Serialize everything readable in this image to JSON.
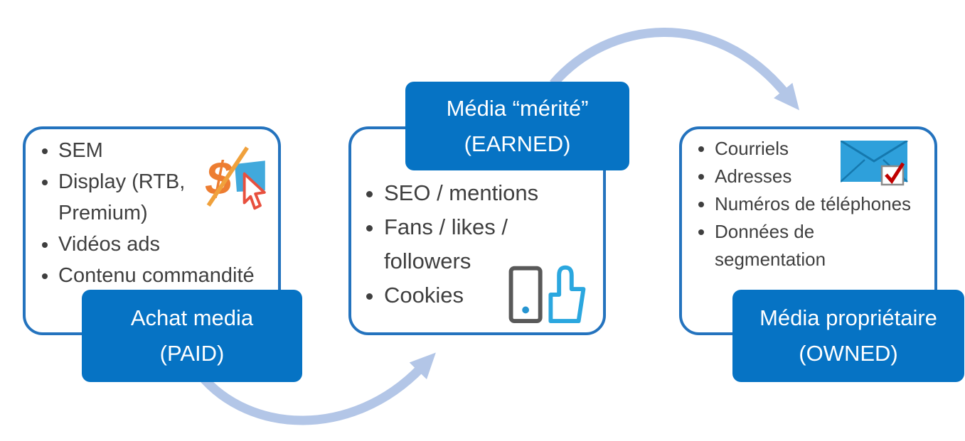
{
  "cards": {
    "paid": {
      "items": [
        "SEM",
        "Display (RTB,\nPremium)",
        "Vidéos ads",
        "Contenu commandité"
      ],
      "icon": "pay-per-click-icon",
      "label": {
        "title": "Achat media",
        "subtitle": "(PAID)"
      }
    },
    "earned": {
      "items": [
        "SEO / mentions",
        "Fans / likes /\nfollowers",
        "Cookies"
      ],
      "icon": "thumb-up-device-icon",
      "label": {
        "title": "Média “mérité”",
        "subtitle": "(EARNED)"
      }
    },
    "owned": {
      "items": [
        "Courriels",
        "Adresses",
        "Numéros de téléphones",
        "Données de\nsegmentation"
      ],
      "icon": "email-checkbox-icon",
      "label": {
        "title": "Média propriétaire",
        "subtitle": "(OWNED)"
      }
    }
  },
  "colors": {
    "label_background": "#0673C4",
    "card_border": "#2473BE",
    "arrow": "#B3C6E7",
    "body_text": "#3F3F3F",
    "icon_orange": "#ED7D31",
    "icon_blue": "#2EA0DB",
    "check_red": "#C00000"
  }
}
